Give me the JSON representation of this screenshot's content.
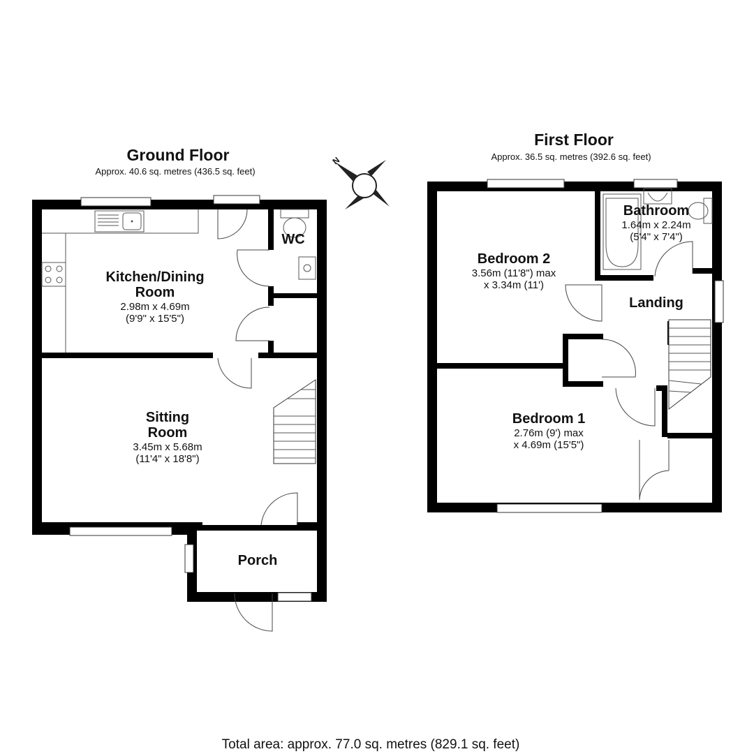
{
  "ground_floor": {
    "title": "Ground Floor",
    "area": "Approx. 40.6 sq. metres (436.5 sq. feet)",
    "rooms": {
      "kitchen": {
        "name_line1": "Kitchen/Dining",
        "name_line2": "Room",
        "dim_line1": "2.98m x 4.69m",
        "dim_line2": "(9'9\" x 15'5\")"
      },
      "wc": {
        "name": "WC"
      },
      "sitting": {
        "name_line1": "Sitting",
        "name_line2": "Room",
        "dim_line1": "3.45m x 5.68m",
        "dim_line2": "(11'4\" x 18'8\")"
      },
      "porch": {
        "name": "Porch"
      }
    }
  },
  "first_floor": {
    "title": "First Floor",
    "area": "Approx. 36.5 sq. metres (392.6 sq. feet)",
    "rooms": {
      "bathroom": {
        "name": "Bathroom",
        "dim_line1": "1.64m x 2.24m",
        "dim_line2": "(5'4\" x 7'4\")"
      },
      "bedroom2": {
        "name": "Bedroom 2",
        "dim_line1": "3.56m (11'8\") max",
        "dim_line2": "x 3.34m (11')"
      },
      "landing": {
        "name": "Landing"
      },
      "bedroom1": {
        "name": "Bedroom 1",
        "dim_line1": "2.76m (9') max",
        "dim_line2": "x 4.69m (15'5\")"
      }
    }
  },
  "compass": {
    "label": "N"
  },
  "total_area": "Total area: approx. 77.0 sq. metres (829.1 sq. feet)",
  "colors": {
    "wall": "#000000",
    "watermark": "#e8e8e8"
  }
}
